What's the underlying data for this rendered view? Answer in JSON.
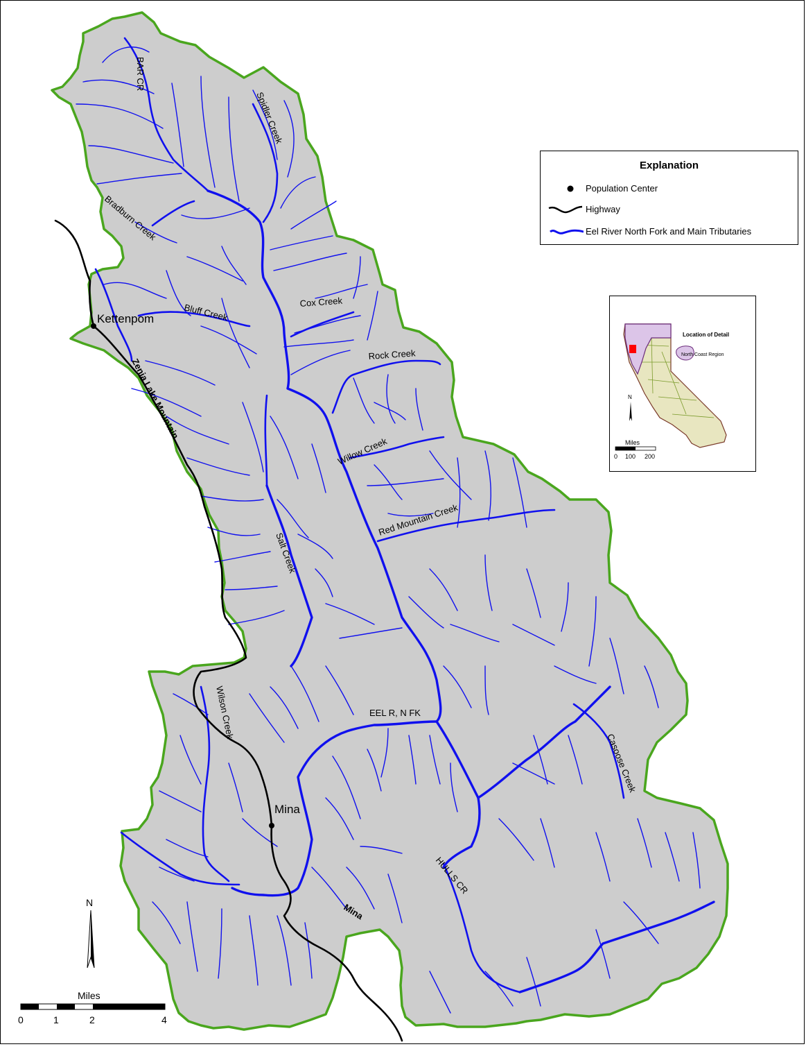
{
  "legend": {
    "title": "Explanation",
    "items": [
      {
        "label": "Population Center",
        "symbol": "black-dot-icon"
      },
      {
        "label": "Highway",
        "symbol": "black-line-icon"
      },
      {
        "label": "Eel River North Fork and Main Tributaries",
        "symbol": "blue-wavy-line-icon"
      }
    ]
  },
  "colors": {
    "watershed_fill": "#cdcdcd",
    "watershed_outline": "#4aa61e",
    "streams": "#1010ee",
    "highway": "#000000",
    "inset_state_fill": "#e8e6c0",
    "inset_region_fill": "#dcc5e8",
    "inset_detail_marker": "#ff0000"
  },
  "labels": {
    "bar_cr": "BAR CR",
    "spidler_creek": "Spidler Creek",
    "bradburn_creek": "Bradburn Creek",
    "kettenpom": "Kettenpom",
    "bluff_creek": "Bluff Creek",
    "cox_creek": "Cox Creek",
    "rock_creek": "Rock Creek",
    "zenia_lake_mountain": "Zenia Lake Mountain",
    "willow_creek": "Willow Creek",
    "red_mountain_creek": "Red Mountain Creek",
    "salt_creek": "Salt Creek",
    "eel_r_n_fk": "EEL R, N FK",
    "casoose_creek": "Casoose Creek",
    "wilson_creek": "Wilson Creek",
    "mina_place": "Mina",
    "hulls_cr": "HULLS CR",
    "mina_road": "Mina"
  },
  "inset": {
    "title": "Location of Detail",
    "region_label": "North Coast Region",
    "north": "N",
    "scale_title": "Miles",
    "scale_ticks": [
      "0",
      "100",
      "200"
    ]
  },
  "north_arrow": {
    "label": "N"
  },
  "scale_bar": {
    "title": "Miles",
    "ticks": [
      "0",
      "1",
      "2",
      "4"
    ]
  }
}
